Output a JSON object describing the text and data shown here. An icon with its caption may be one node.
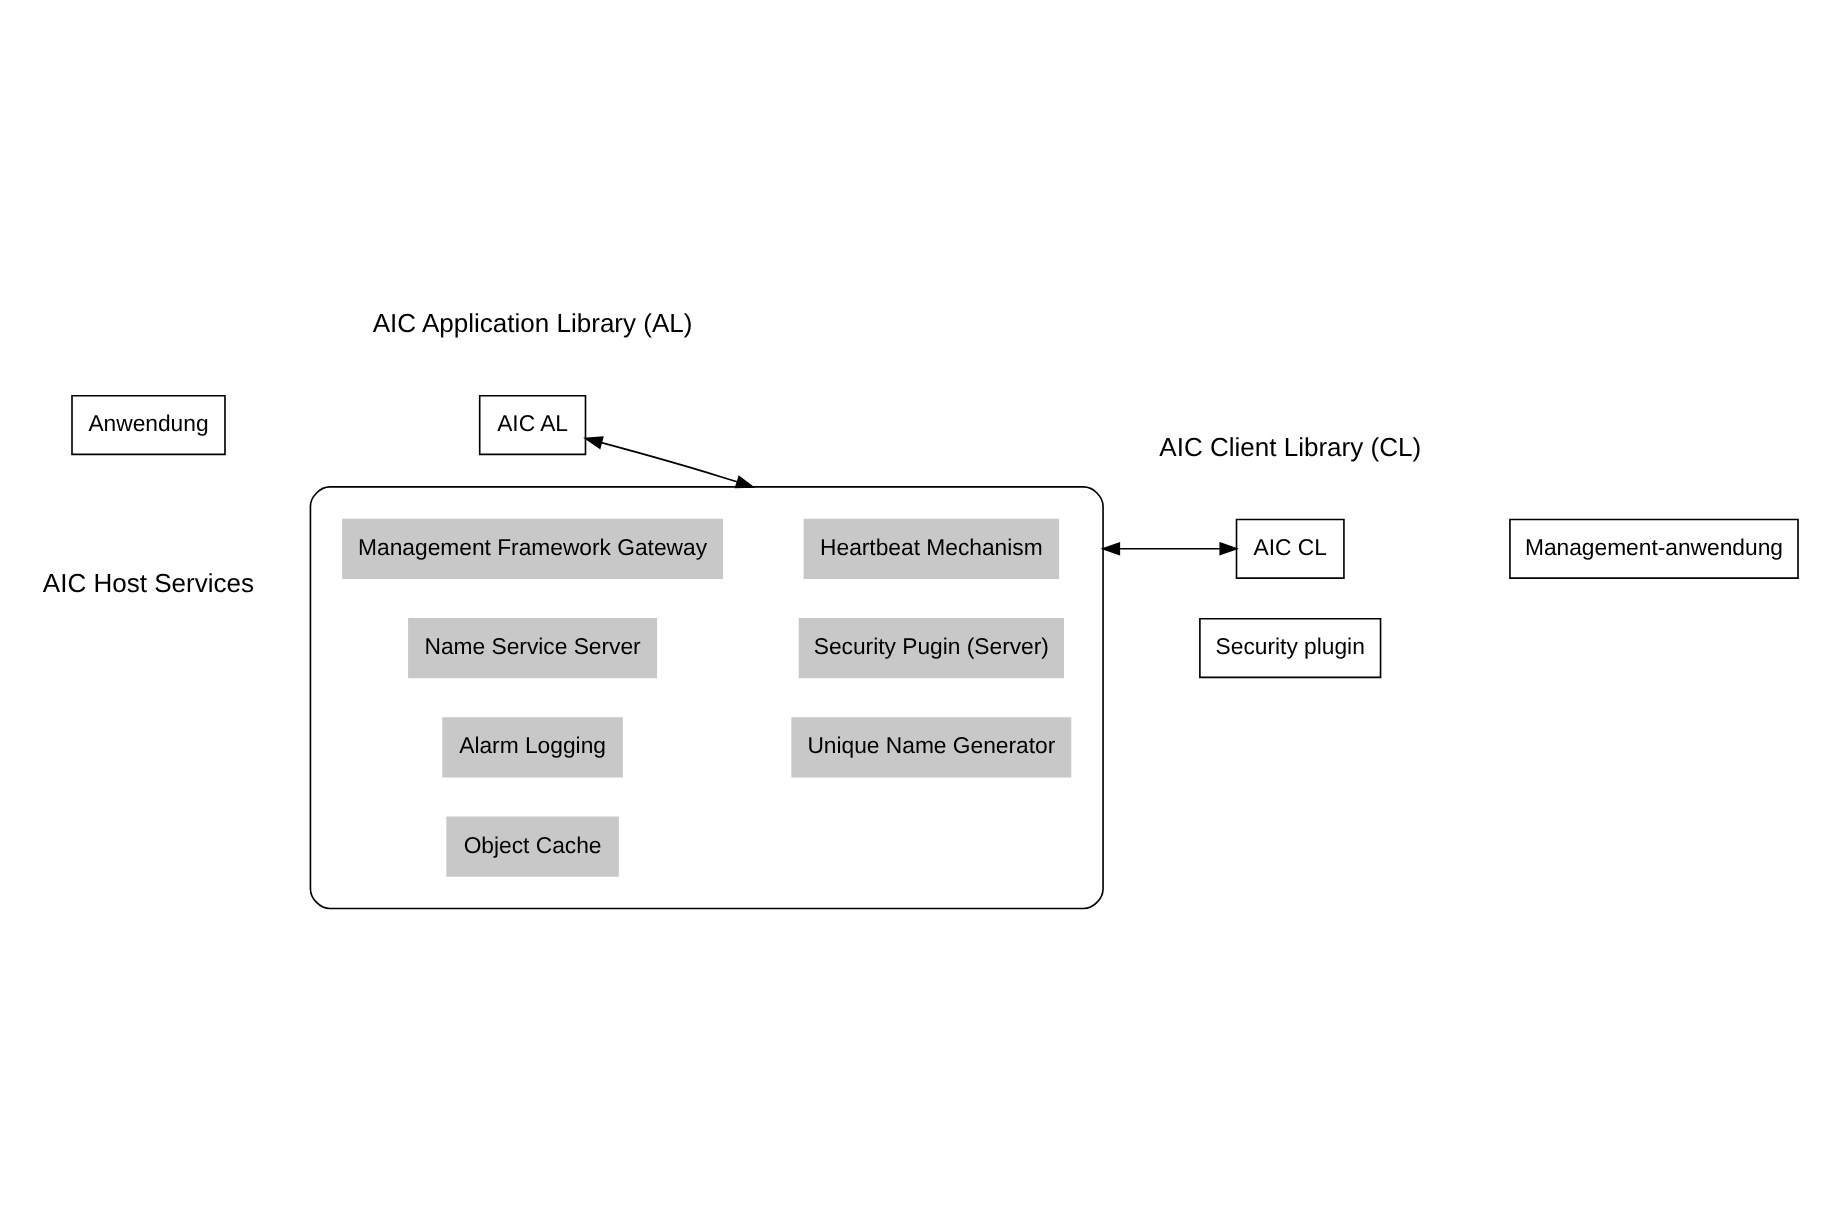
{
  "diagram": {
    "nodes": [
      {
        "text": [
          "Anwendung"
        ]
      },
      {
        "text": [
          "AIC AL"
        ]
      },
      {
        "text": [],
        "shape": "ellipse"
      },
      {
        "text": [
          "Name Service Server"
        ],
        "in": 2
      },
      {
        "text": [
          "Security Pugin (Server)"
        ],
        "in": 2
      },
      {
        "text": [
          "Management Framework Gateway"
        ],
        "in": 2
      },
      {
        "text": [
          "Heartbeat Mechanism"
        ],
        "in": 2
      },
      {
        "text": [
          "Alarm Logging"
        ],
        "in": 2
      },
      {
        "text": [
          "Unique Name Generator"
        ],
        "in": 2
      },
      {
        "text": [
          "Object Cache"
        ],
        "in": 2
      },
      {
        "text": [
          "AIC CL"
        ]
      },
      {
        "text": [
          "Management-anwendung"
        ]
      },
      {
        "text": [
          "Security plugin"
        ]
      }
    ],
    "edges": [
      {
        "from": 1,
        "to": 2,
        "arrow": "both"
      },
      {
        "from": 2,
        "to": 10,
        "arrow": "both"
      }
    ],
    "labels": [
      "AIC Application Library (AL)",
      "AIC Host Services",
      "AIC Client Library (CL)"
    ]
  }
}
